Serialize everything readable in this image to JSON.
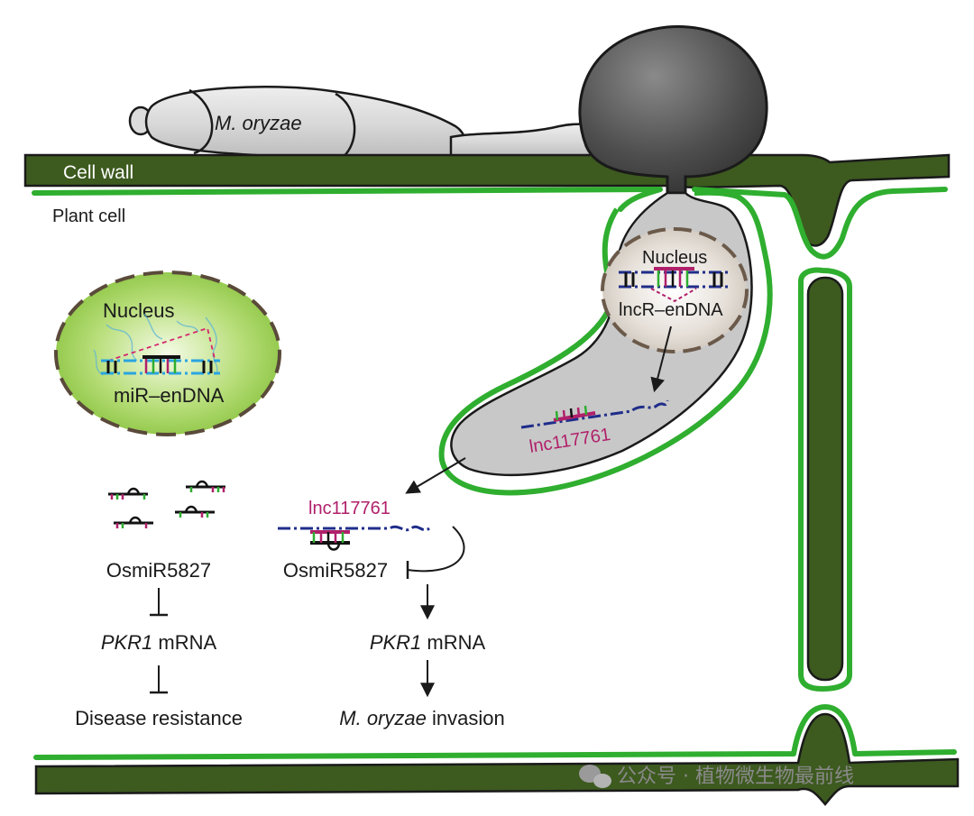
{
  "labels": {
    "fungus_name": "M. oryzae",
    "cell_wall": "Cell wall",
    "plant_cell": "Plant cell",
    "nucleus_plant": "Nucleus",
    "mir_endna": "miR–enDNA",
    "nucleus_fungal": "Nucleus",
    "lncr_endna": "lncR–enDNA",
    "lnc_in_hypha": "lnc117761",
    "lnc_in_cell": "lnc117761",
    "osmir_left": "OsmiR5827",
    "osmir_right": "OsmiR5827",
    "pkr1_left_gene": "PKR1",
    "pkr1_left_suffix": " mRNA",
    "pkr1_right_gene": "PKR1",
    "pkr1_right_suffix": " mRNA",
    "disease_resistance": "Disease resistance",
    "invasion_species": "M. oryzae",
    "invasion_suffix": " invasion",
    "watermark": "公众号 · 植物微生物最前线"
  },
  "colors": {
    "cell_wall_fill": "#3d5a1f",
    "membrane_green": "#2fae2f",
    "fungus_grey": "#d4d4d4",
    "appressorium_dark": "#4a4a4a",
    "plant_nucleus_green": "#8cc63f",
    "fungal_nucleus_tan": "#e0d8cf",
    "lnc_magenta": "#b0206a",
    "rna_navy": "#1f2d8a",
    "dna_blue": "#2aa5e0"
  },
  "icons": {
    "arrow": "arrow-icon",
    "inhibition": "inhibition-bar-icon"
  }
}
